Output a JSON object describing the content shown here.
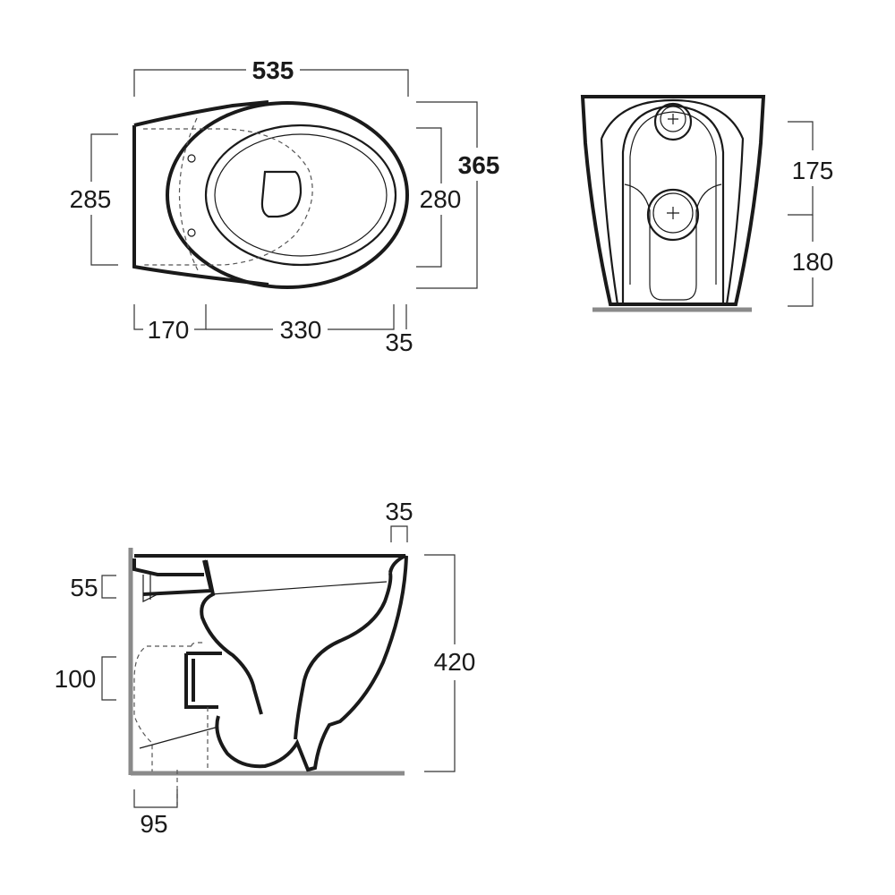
{
  "top_view": {
    "overall_length": "535",
    "overall_depth": "365",
    "rear_width": "285",
    "seat_width": "280",
    "rear_to_fixing": "170",
    "fixing_to_front": "330",
    "front_offset": "35"
  },
  "front_view": {
    "upper_height": "175",
    "lower_height": "180"
  },
  "side_view": {
    "rim_offset": "35",
    "overall_height": "420",
    "inlet_height": "55",
    "outlet_height": "100",
    "outlet_depth": "95"
  }
}
